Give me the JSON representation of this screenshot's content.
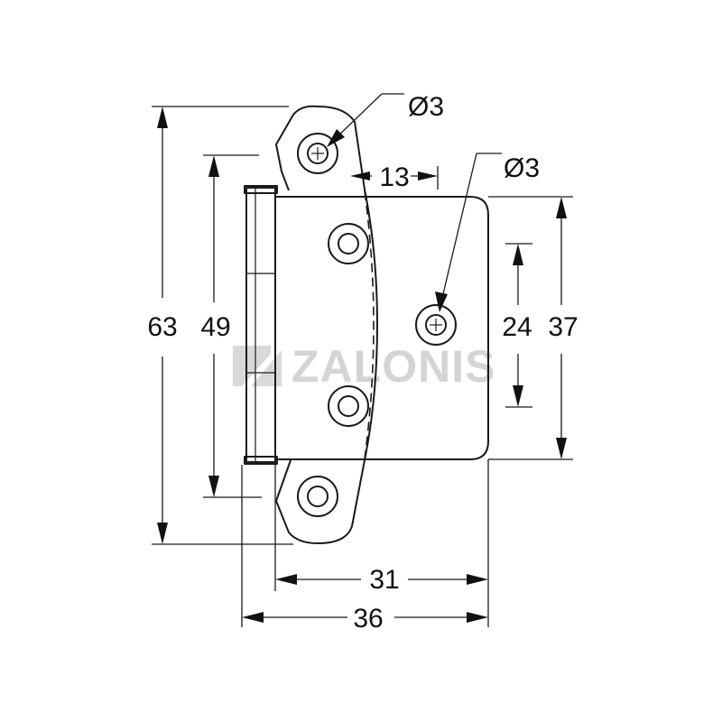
{
  "drawing": {
    "subject": "hinge",
    "watermark": "ZALONIS",
    "dimensions": {
      "total_height": "63",
      "hole_spacing_outer": "49",
      "plate_height": "37",
      "hole_spacing_inner": "24",
      "plate_width": "31",
      "total_width": "36",
      "offset": "13",
      "hole_diameter_top": "Ø3",
      "hole_diameter_right": "Ø3"
    }
  }
}
